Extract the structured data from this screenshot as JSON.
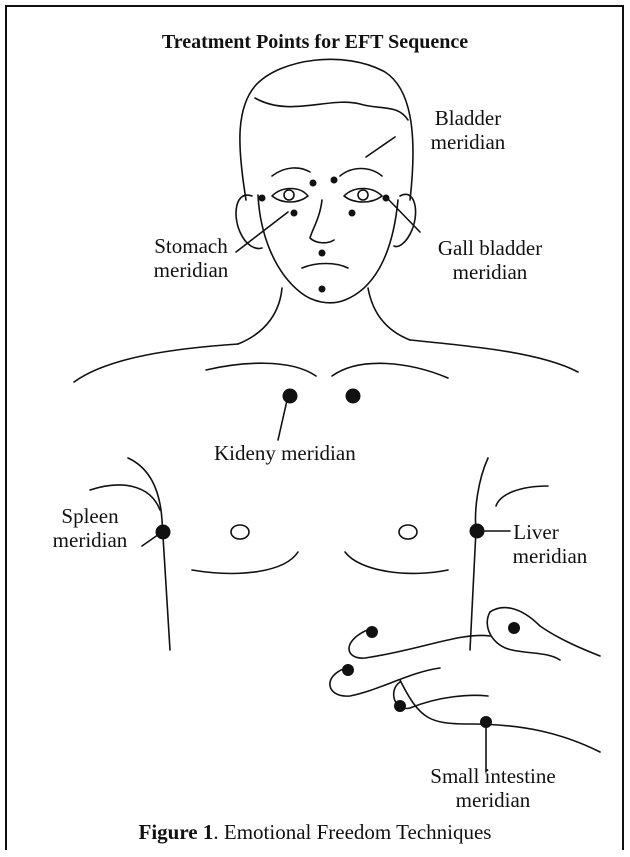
{
  "title": "Treatment Points for EFT Sequence",
  "labels": {
    "bladder": [
      "Bladder",
      "meridian"
    ],
    "stomach": [
      "Stomach",
      "meridian"
    ],
    "gall_bladder": [
      "Gall bladder",
      "meridian"
    ],
    "kidney": "Kideny meridian",
    "spleen": [
      "Spleen",
      "meridian"
    ],
    "liver": [
      "Liver",
      "meridian"
    ],
    "small_intestine": [
      "Small intestine",
      "meridian"
    ]
  },
  "caption": {
    "number": "Figure 1",
    "text": ". Emotional Freedom Techniques"
  }
}
